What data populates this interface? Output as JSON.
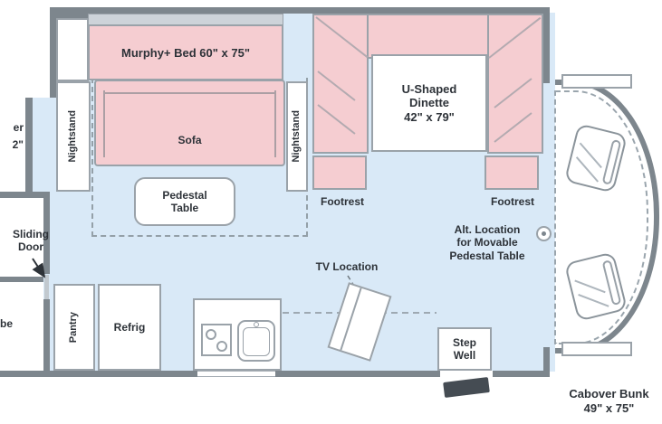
{
  "colors": {
    "wall": "#7d868d",
    "floor": "#d9e9f7",
    "furniture_pink": "#f5cdd1",
    "outline": "#9aa2a9",
    "text": "#2d3238"
  },
  "labels": {
    "murphy_bed": "Murphy+ Bed 60\" x 75\"",
    "sofa": "Sofa",
    "nightstand_left": "Nightstand",
    "nightstand_right": "Nightstand",
    "pedestal_table": "Pedestal\nTable",
    "dinette": "U-Shaped\nDinette\n42\" x 79\"",
    "footrest_left": "Footrest",
    "footrest_right": "Footrest",
    "alt_table_location": "Alt. Location\nfor Movable\nPedestal Table",
    "sliding_door": "Sliding\nDoor",
    "tv_location": "TV Location",
    "pantry": "Pantry",
    "refrig": "Refrig",
    "step_well": "Step\nWell",
    "cabover_bunk": "Cabover Bunk\n49\" x 75\"",
    "shower_fragment": "er\n2\"",
    "wardrobe_fragment": "be"
  }
}
